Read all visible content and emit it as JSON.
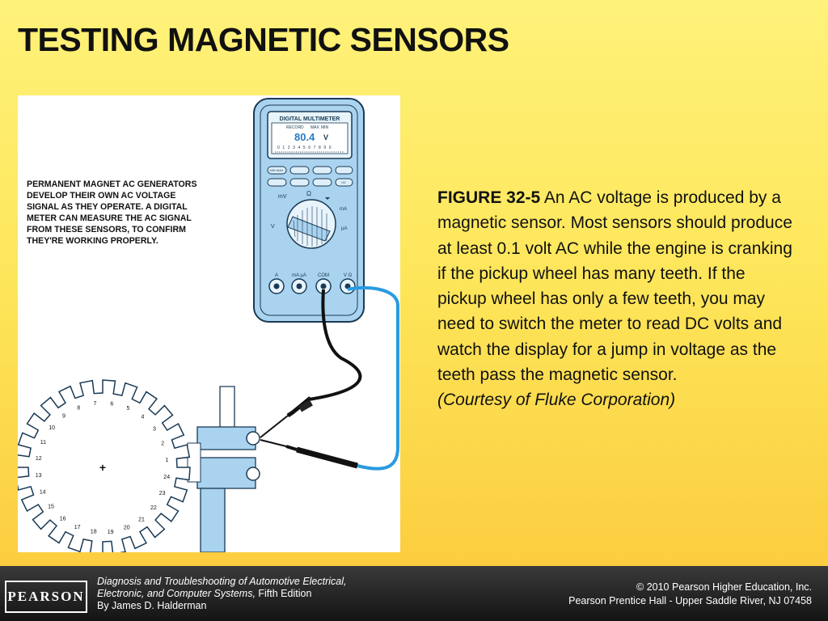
{
  "slide": {
    "title": "TESTING MAGNETIC SENSORS"
  },
  "figure": {
    "callout_lines": [
      "PERMANENT MAGNET AC GENERATORS",
      "DEVELOP THEIR OWN AC VOLTAGE",
      "SIGNAL AS THEY OPERATE. A DIGITAL",
      "METER CAN MEASURE THE AC SIGNAL",
      "FROM THESE SENSORS, TO CONFIRM",
      "THEY'RE WORKING PROPERLY."
    ],
    "meter": {
      "label": "DIGITAL MULTIMETER",
      "reading": "80.4",
      "unit": "V",
      "mode_record": "RECORD",
      "mode_max": "MAX",
      "mode_min": "MIN",
      "scale": "0 1 2 3 4 5 6 7 8 9 0",
      "button_labels": [
        "MIN MAX",
        "",
        "",
        "HZ"
      ],
      "dial_mv": "mV",
      "dial_ohm": "Ω",
      "dial_v": "V",
      "dial_ma": "mA",
      "dial_ua": "µA",
      "jack_labels": [
        "A",
        "mA µA",
        "COM",
        "V Ω"
      ]
    },
    "wheel_numbers": [
      "1",
      "2",
      "3",
      "4",
      "5",
      "6",
      "7",
      "8",
      "9",
      "10",
      "11",
      "12",
      "13",
      "14",
      "15",
      "16",
      "17",
      "18",
      "19",
      "20",
      "21",
      "22",
      "23",
      "24"
    ],
    "wheel_center": "+"
  },
  "caption": {
    "figure_label": "FIGURE 32-5",
    "text": " An AC voltage is produced by a magnetic sensor. Most sensors should produce at least 0.1 volt AC while the engine is cranking if the pickup wheel has many teeth. If the pickup wheel has only a few teeth, you may need to switch the meter to read DC volts and watch the display for a jump in voltage as the teeth pass the magnetic sensor.",
    "credit": "(Courtesy of Fluke Corporation)"
  },
  "footer": {
    "logo": "PEARSON",
    "book_title_line1": "Diagnosis and Troubleshooting of Automotive Electrical,",
    "book_title_line2": "Electronic, and Computer Systems,",
    "edition": " Fifth Edition",
    "author": "By James D. Halderman",
    "copyright_line1": "© 2010 Pearson Higher Education, Inc.",
    "copyright_line2": "Pearson Prentice Hall - Upper Saddle River, NJ 07458"
  },
  "colors": {
    "background_top": "#fff27a",
    "background_bottom": "#fcc83a",
    "meter_body": "#a9d3ef",
    "lead_blue": "#2a9be0",
    "footer_bg": "#1a1a1a"
  }
}
